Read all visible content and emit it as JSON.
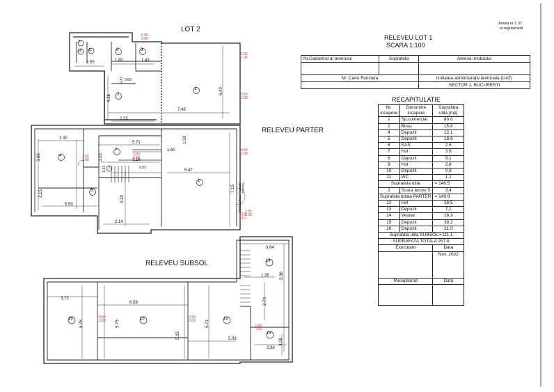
{
  "annex": {
    "line1": "Anexa nr.1.37",
    "line2": "la regulament"
  },
  "sheet": {
    "lot_label": "LOT 2",
    "parter_label": "RELEVEU PARTER",
    "subsol_label": "RELEVEU SUBSOL",
    "title": "RELEVEU LOT 1",
    "scale": "SCARA 1:100",
    "recap_title": "RECAPITULATIE"
  },
  "header_table": {
    "cadastral": "Nr.Cadastral al terenului",
    "suprafata": "Suprafata",
    "adresa": "Adresa imobilului",
    "carte": "Nr. Carte Funciara",
    "uat": "Unitatea administrativ teritoriala (UAT)",
    "sector": "SECTOR 1, BUCURESTI"
  },
  "recap": {
    "col_nr": "Nr. incapere",
    "col_den": "Denumire incapere",
    "col_sup": "Suprafata utila [mp]",
    "rows": [
      {
        "nr": "1",
        "name": "Sp.comercial",
        "area": "80.0"
      },
      {
        "nr": "2",
        "name": "Birou",
        "area": "15.8"
      },
      {
        "nr": "4",
        "name": "Depozit",
        "area": "12.1"
      },
      {
        "nr": "5",
        "name": "Depozit",
        "area": "18.6"
      },
      {
        "nr": "6",
        "name": "SAS",
        "area": "2.5"
      },
      {
        "nr": "7",
        "name": "Hol",
        "area": "3.8"
      },
      {
        "nr": "8",
        "name": "Depozit",
        "area": "9.1"
      },
      {
        "nr": "9",
        "name": "Hol",
        "area": "2.8"
      },
      {
        "nr": "10",
        "name": "Depozit",
        "area": "0.9"
      },
      {
        "nr": "11",
        "name": "WC",
        "area": "1.1"
      }
    ],
    "util_label": "Suprafata utila",
    "util_value": "= 146.5",
    "scara_nr": "3",
    "scara_label": "Scara acces S",
    "scara_value": "3.4",
    "total_parter_label": "Suprafata totala PARTER",
    "total_parter_value": "= 149.9",
    "rows2": [
      {
        "nr": "12",
        "name": "Hol",
        "area": "28.5"
      },
      {
        "nr": "13",
        "name": "Depozit",
        "area": "7.1"
      },
      {
        "nr": "14",
        "name": "Vestiar",
        "area": "18.3"
      },
      {
        "nr": "15",
        "name": "Depozit",
        "area": "38.2"
      },
      {
        "nr": "16",
        "name": "Depozit",
        "area": "21.0"
      }
    ],
    "util_subsol": "Suprafata utila SUBSOL  =111.1",
    "totala": "SUPRAFATA TOTALA      257.6",
    "executant": "Executant",
    "data": "Data",
    "date": "Nov. 2022",
    "receptionat": "Receptionat",
    "data2": "Data"
  },
  "plan_text": {
    "dims": {
      "d255": "2.55",
      "d180": "1.80",
      "d143": "1.43",
      "d740": "7.43",
      "d640": "6.40",
      "d436": "4.36",
      "d215a": "2.15",
      "d330": "3.30",
      "d571": "5.71",
      "d160": "1.60",
      "d159": "1.59",
      "d316": "3.16",
      "d547": "5.47",
      "d715": "7.15",
      "d366": "3.66",
      "d325": "3.25",
      "d215b": "2.15",
      "d550": "5.50",
      "d320": "3.20",
      "d214": "2.14",
      "d131": "1.31",
      "d093": "0.93",
      "d364": "3.64",
      "d126": "1.26",
      "d596": "5.96",
      "d270": "2.70",
      "d373": "3.73",
      "d658": "6.58",
      "d575a": "5.75",
      "d575b": "5.75",
      "d525": "5.25",
      "d571b": "5.71",
      "d509": "5.09",
      "d306": "3.06",
      "d238": "2.38",
      "d060": "0.60",
      "d047": "0.47"
    },
    "heights": [
      "2.05\n1.90",
      "3.60\n1.90",
      "3.55\n1.90",
      "1.95\n2.30",
      "2.20\n2.30",
      "3.00\n2.30",
      "1.00\n2.00",
      "0.90\n2.00",
      "0.90\n2.00",
      "0.90\n2.00",
      "0.90\n2.00"
    ],
    "access": "ACCES\nSPATIU COMERCIAL",
    "rooms": [
      "1",
      "2",
      "3",
      "4",
      "5",
      "6",
      "7",
      "8",
      "9",
      "10",
      "11",
      "12",
      "13",
      "14",
      "15",
      "16"
    ]
  }
}
